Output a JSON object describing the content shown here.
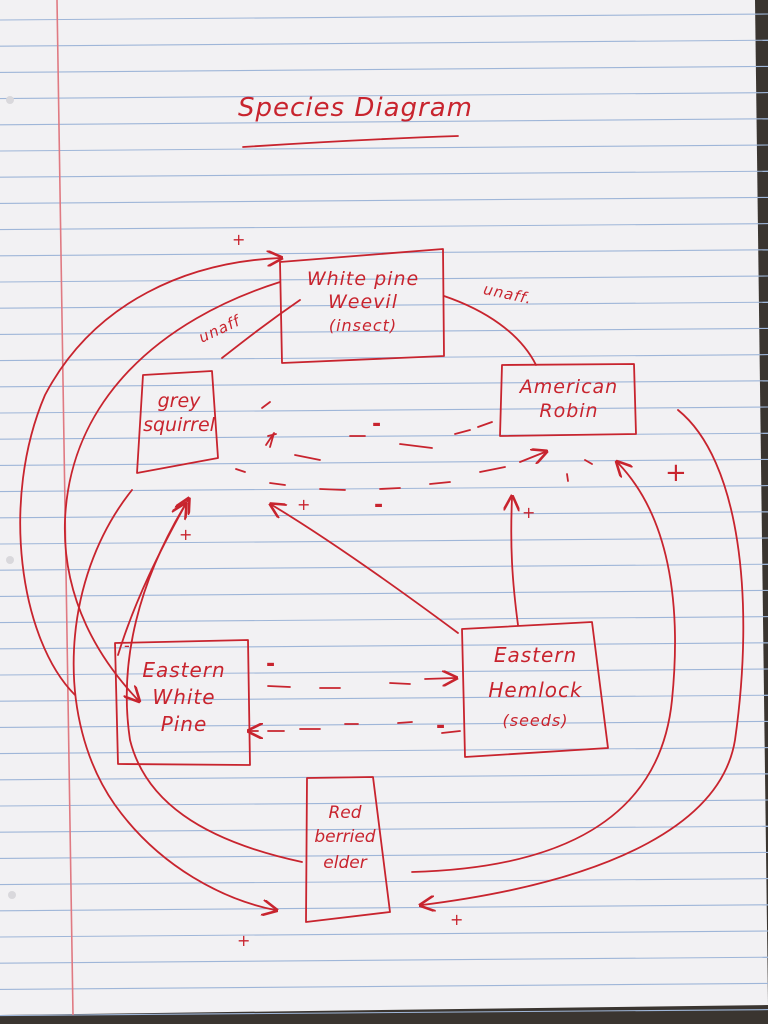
{
  "title": "Species Diagram",
  "nodes": {
    "weevil": {
      "line1": "White pine",
      "line2": "Weevil",
      "line3": "(insect)"
    },
    "squirrel": {
      "line1": "grey",
      "line2": "squirrel"
    },
    "robin": {
      "line1": "American",
      "line2": "Robin"
    },
    "pine": {
      "line1": "Eastern",
      "line2": "White",
      "line3": "Pine"
    },
    "hemlock": {
      "line1": "Eastern",
      "line2": "Hemlock",
      "line3": "(seeds)"
    },
    "elder": {
      "line1": "Red",
      "line2": "berried",
      "line3": "elder"
    }
  },
  "edge_labels": {
    "weevil_squirrel": "unaff",
    "weevil_robin": "unaff.",
    "plus": "+",
    "minus": "-"
  },
  "colors": {
    "ink": "#c8242e",
    "paper": "#f2f1f3",
    "rule": "#9fb6d8",
    "margin": "#e07a82"
  }
}
